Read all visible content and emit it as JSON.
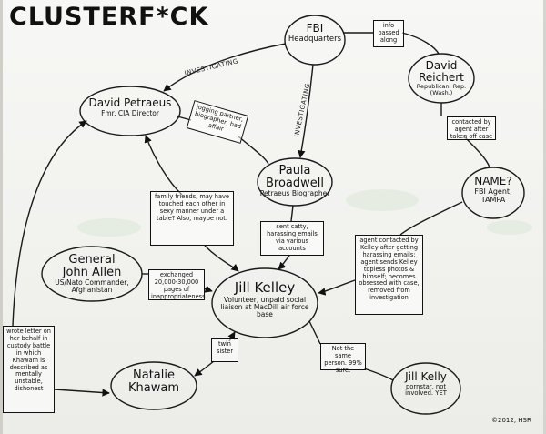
{
  "title": "CLUSTERF*CK",
  "nodes": {
    "fbi": {
      "line1": "FBI",
      "line2": "Headquarters"
    },
    "petraeus": {
      "name": "David Petraeus",
      "role": "Fmr. CIA Director"
    },
    "broadwell": {
      "line1": "Paula",
      "line2": "Broadwell",
      "role": "Petraeus Biographer"
    },
    "reichert": {
      "line1": "David",
      "line2": "Reichert",
      "role": "Republican, Rep. (Wash.)"
    },
    "fbi_agent": {
      "line1": "NAME?",
      "line2": "FBI Agent,",
      "line3": "TAMPA"
    },
    "allen": {
      "line1": "General",
      "line2": "John Allen",
      "role": "US/Nato Commander, Afghanistan"
    },
    "kelley": {
      "name": "Jill Kelley",
      "role": "Volunteer, unpaid social liaison at MacDill air force base"
    },
    "khawam": {
      "line1": "Natalie",
      "line2": "Khawam"
    },
    "kelly": {
      "name": "Jill Kelly",
      "role": "pornstar, not involved. YET"
    }
  },
  "edge_labels": {
    "investigating_1": "INVESTIGATING",
    "investigating_2": "INVESTIGATING"
  },
  "notes": {
    "info_passed": "info passed along",
    "jogging": "jogging partner, biographer, had affair",
    "contacted": "contacted by agent after taken off case",
    "family": "family friends, may have touched each other in sexy manner under a table? Also, maybe not.",
    "catty": "sent catty, harassing emails via various accounts",
    "agent": "agent contacted by Kelley after getting harassing emails; agent sends Kelley topless photos & himself; becomes obsessed with case, removed from investigation",
    "exchanged": "exchanged 20,000-30,000 pages of inappropriateness",
    "twin": "twin sister",
    "not_same": "Not the same person. 99% sure.",
    "wrote": "wrote letter on her behalf in custody battle in which Khawam is described as mentally unstable, dishonest"
  },
  "copyright": "©2012, HSR"
}
